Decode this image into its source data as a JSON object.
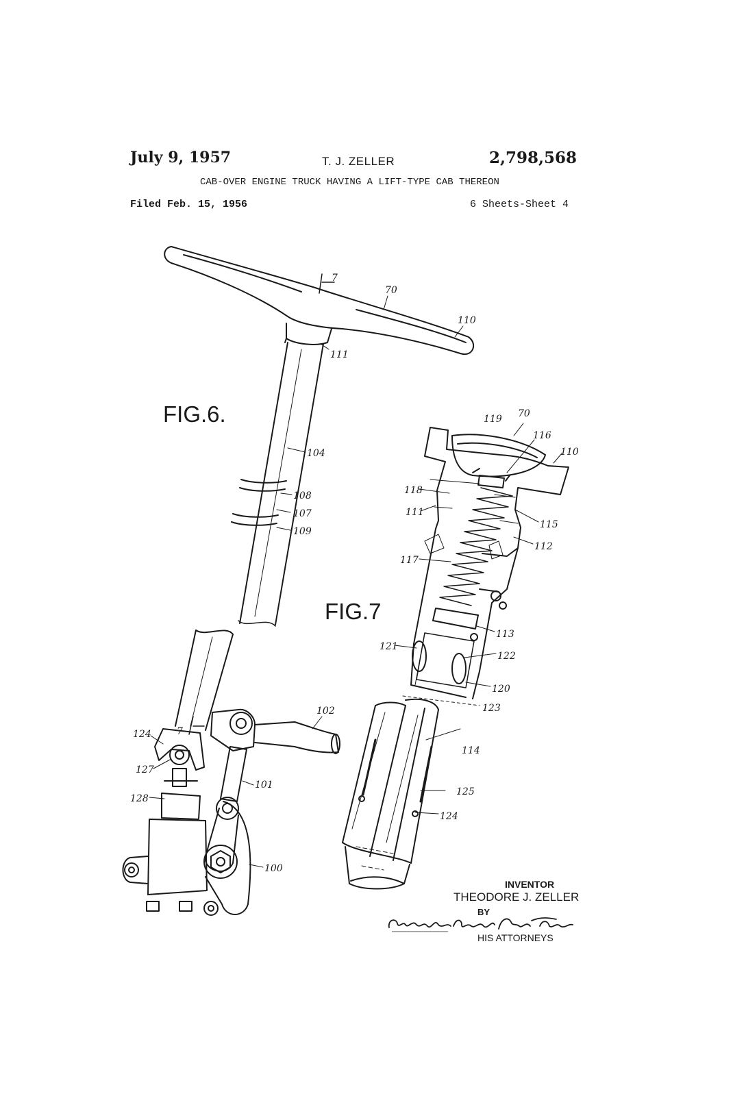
{
  "header": {
    "date": "July 9, 1957",
    "inventor": "T. J. ZELLER",
    "patent_number": "2,798,568",
    "title": "CAB-OVER ENGINE TRUCK HAVING A LIFT-TYPE CAB THEREON",
    "filed": "Filed Feb. 15, 1956",
    "sheets": "6 Sheets-Sheet 4"
  },
  "figures": {
    "fig6_label": "FIG.6.",
    "fig7_label": "FIG.7",
    "section_mark": "7"
  },
  "fig6_refs": [
    "70",
    "110",
    "111",
    "104",
    "108",
    "107",
    "109",
    "102",
    "124",
    "127",
    "101",
    "128",
    "100"
  ],
  "fig7_refs": [
    "119",
    "70",
    "116",
    "110",
    "118",
    "111",
    "115",
    "112",
    "117",
    "113",
    "121",
    "122",
    "120",
    "123",
    "114",
    "125",
    "124"
  ],
  "signature_block": {
    "inventor_label": "INVENTOR",
    "inventor_name": "THEODORE J. ZELLER",
    "by": "BY",
    "attorneys": "HIS ATTORNEYS"
  },
  "colors": {
    "ink": "#1a1a1a",
    "paper": "#ffffff"
  }
}
